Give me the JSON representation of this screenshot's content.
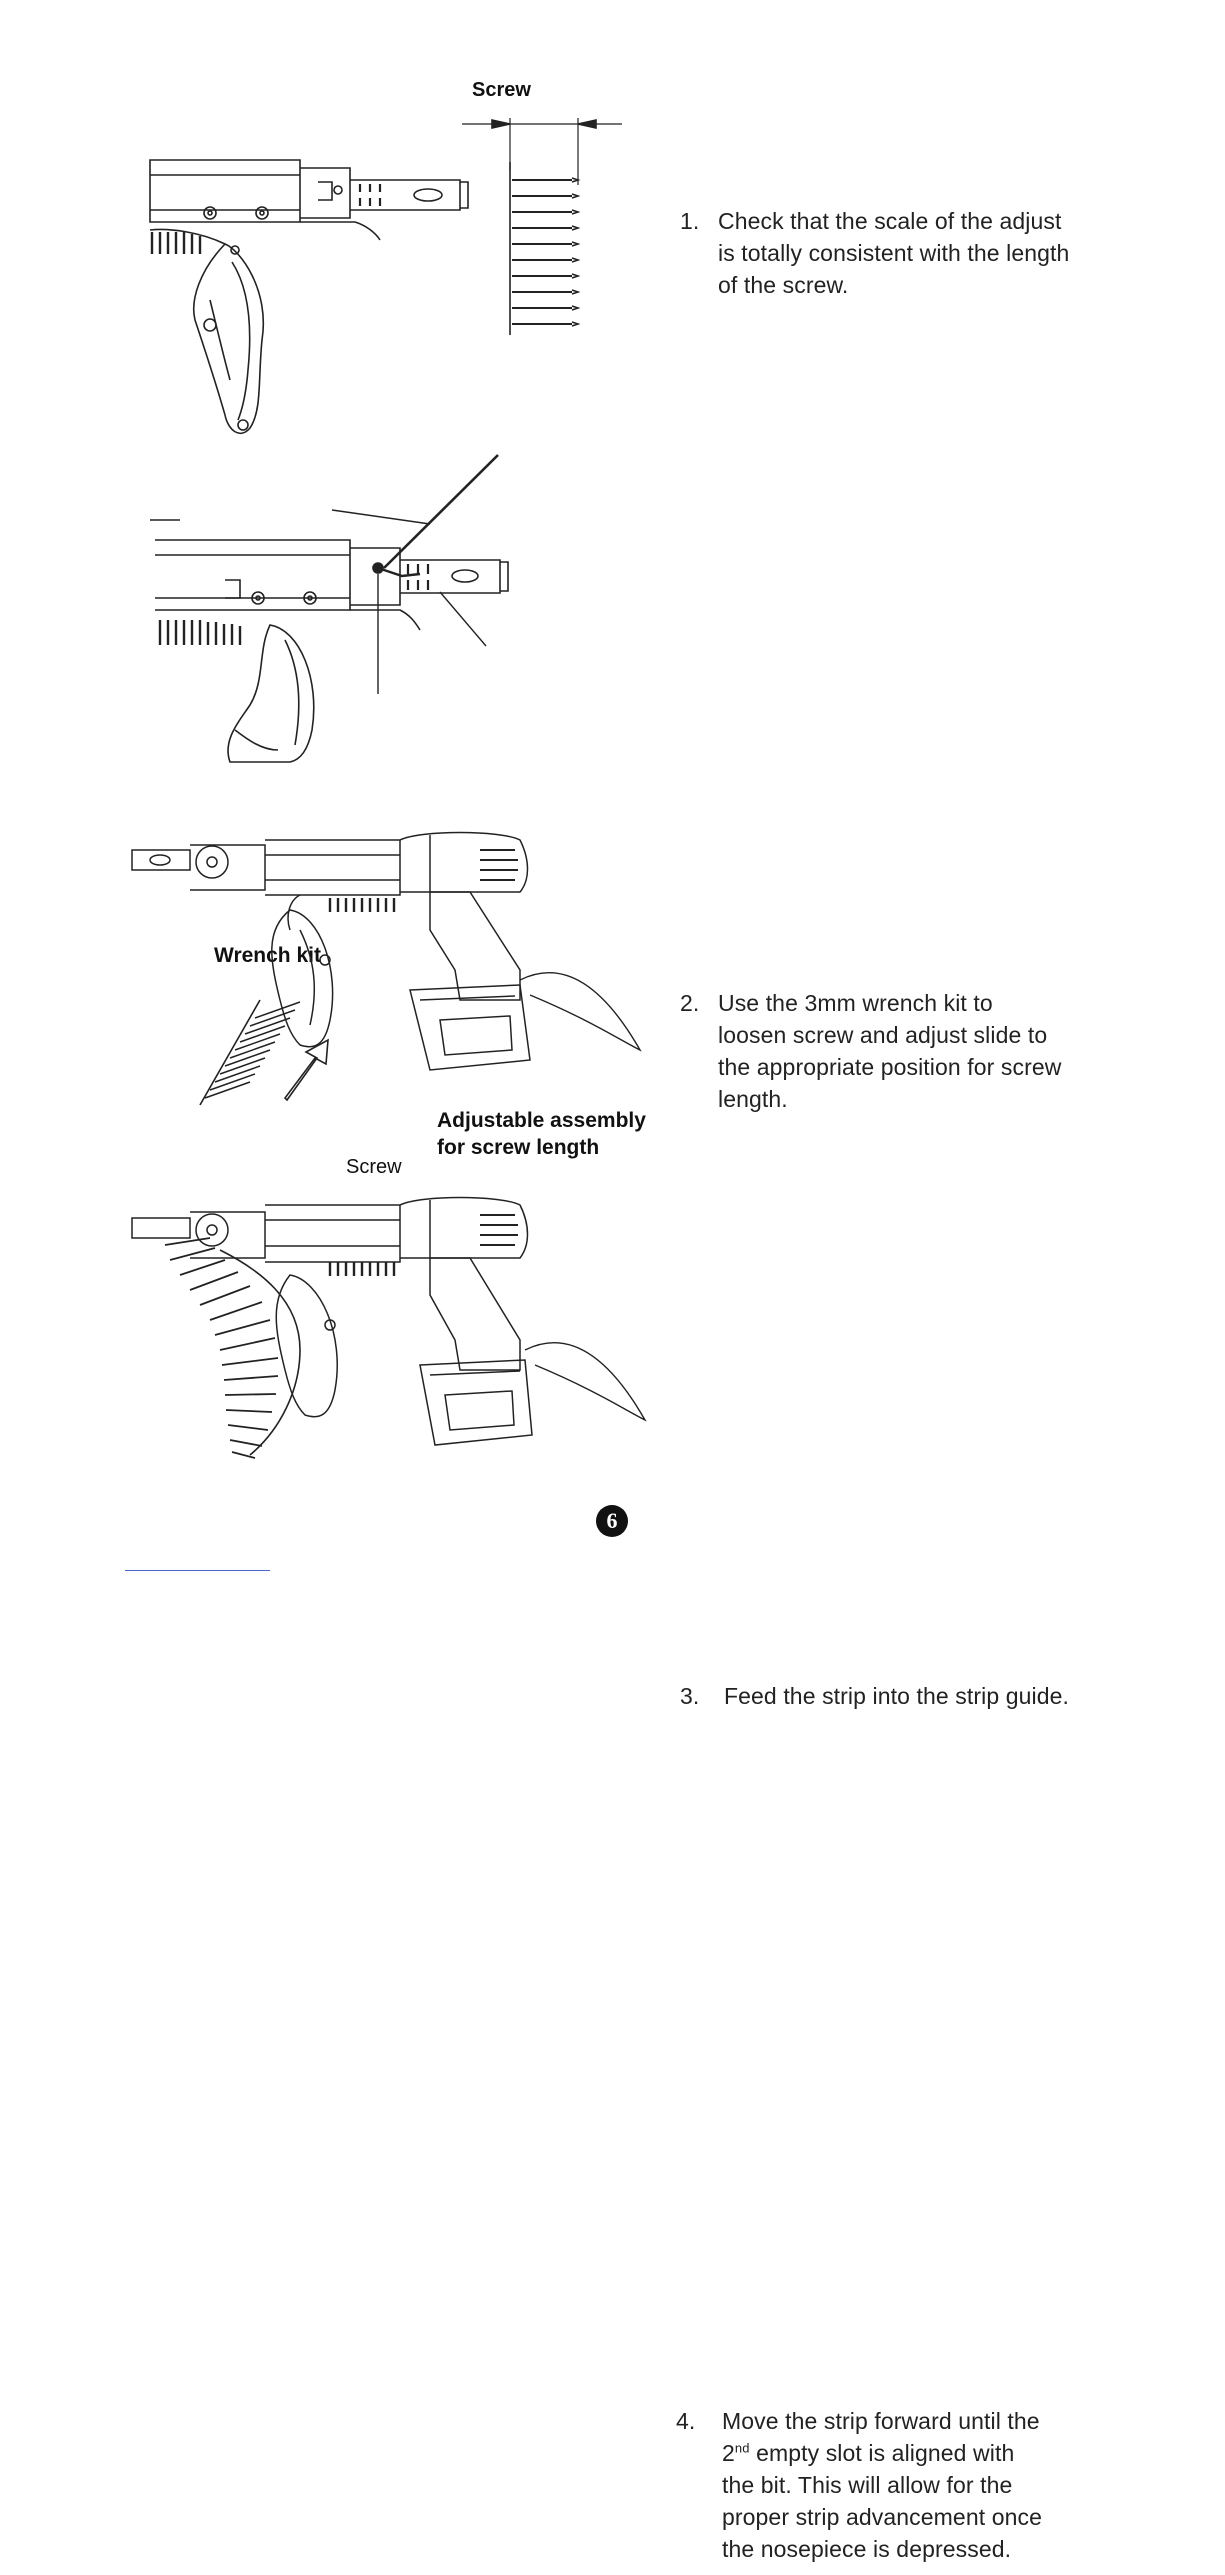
{
  "figures": {
    "fig1_label_screw": "Screw",
    "fig2_label_wrench": "Wrench kit",
    "fig2_label_screw": "Screw",
    "fig2_label_adjust_line1": "Adjustable assembly",
    "fig2_label_adjust_line2": "for screw length"
  },
  "steps": [
    {
      "number": "1.",
      "lines": [
        "Check that the scale of the adjust",
        "is totally consistent with the length",
        "of the screw."
      ]
    },
    {
      "number": "2.",
      "lines": [
        "Use the 3mm wrench kit to",
        "loosen screw and adjust slide to",
        "the appropriate position for screw",
        "length."
      ]
    },
    {
      "number": "3.",
      "lines": [
        "Feed the strip into the strip guide."
      ]
    },
    {
      "number": "4.",
      "line1_before": "Move the strip forward until the",
      "line2_ordinal": "2",
      "line2_sup": "nd",
      "line2_rest": " empty slot is aligned with",
      "lines_after": [
        "the bit. This will allow for the",
        "proper strip advancement once",
        "the nosepiece is depressed."
      ]
    }
  ],
  "page_number": "6"
}
